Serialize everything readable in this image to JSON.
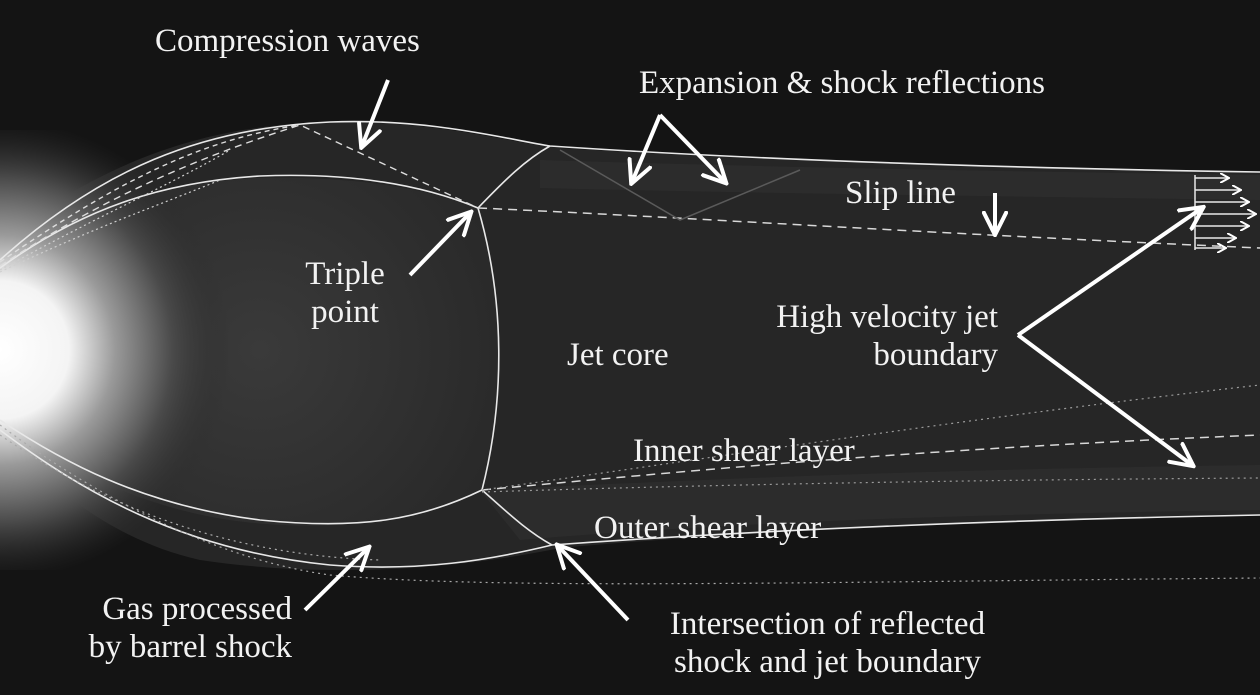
{
  "labels": {
    "compression_waves": "Compression waves",
    "expansion_shock": "Expansion & shock reflections",
    "slip_line": "Slip line",
    "triple_point": [
      "Triple",
      "point"
    ],
    "jet_core": "Jet core",
    "high_velocity": [
      "High velocity jet",
      "boundary"
    ],
    "inner_shear": "Inner shear layer",
    "outer_shear": "Outer shear layer",
    "gas_processed": [
      "Gas processed",
      "by barrel shock"
    ],
    "intersection": [
      "Intersection of reflected",
      "shock and jet boundary"
    ]
  },
  "colors": {
    "background": "#141414",
    "text": "#f2f2f2",
    "lines": "#e8e8e8"
  }
}
